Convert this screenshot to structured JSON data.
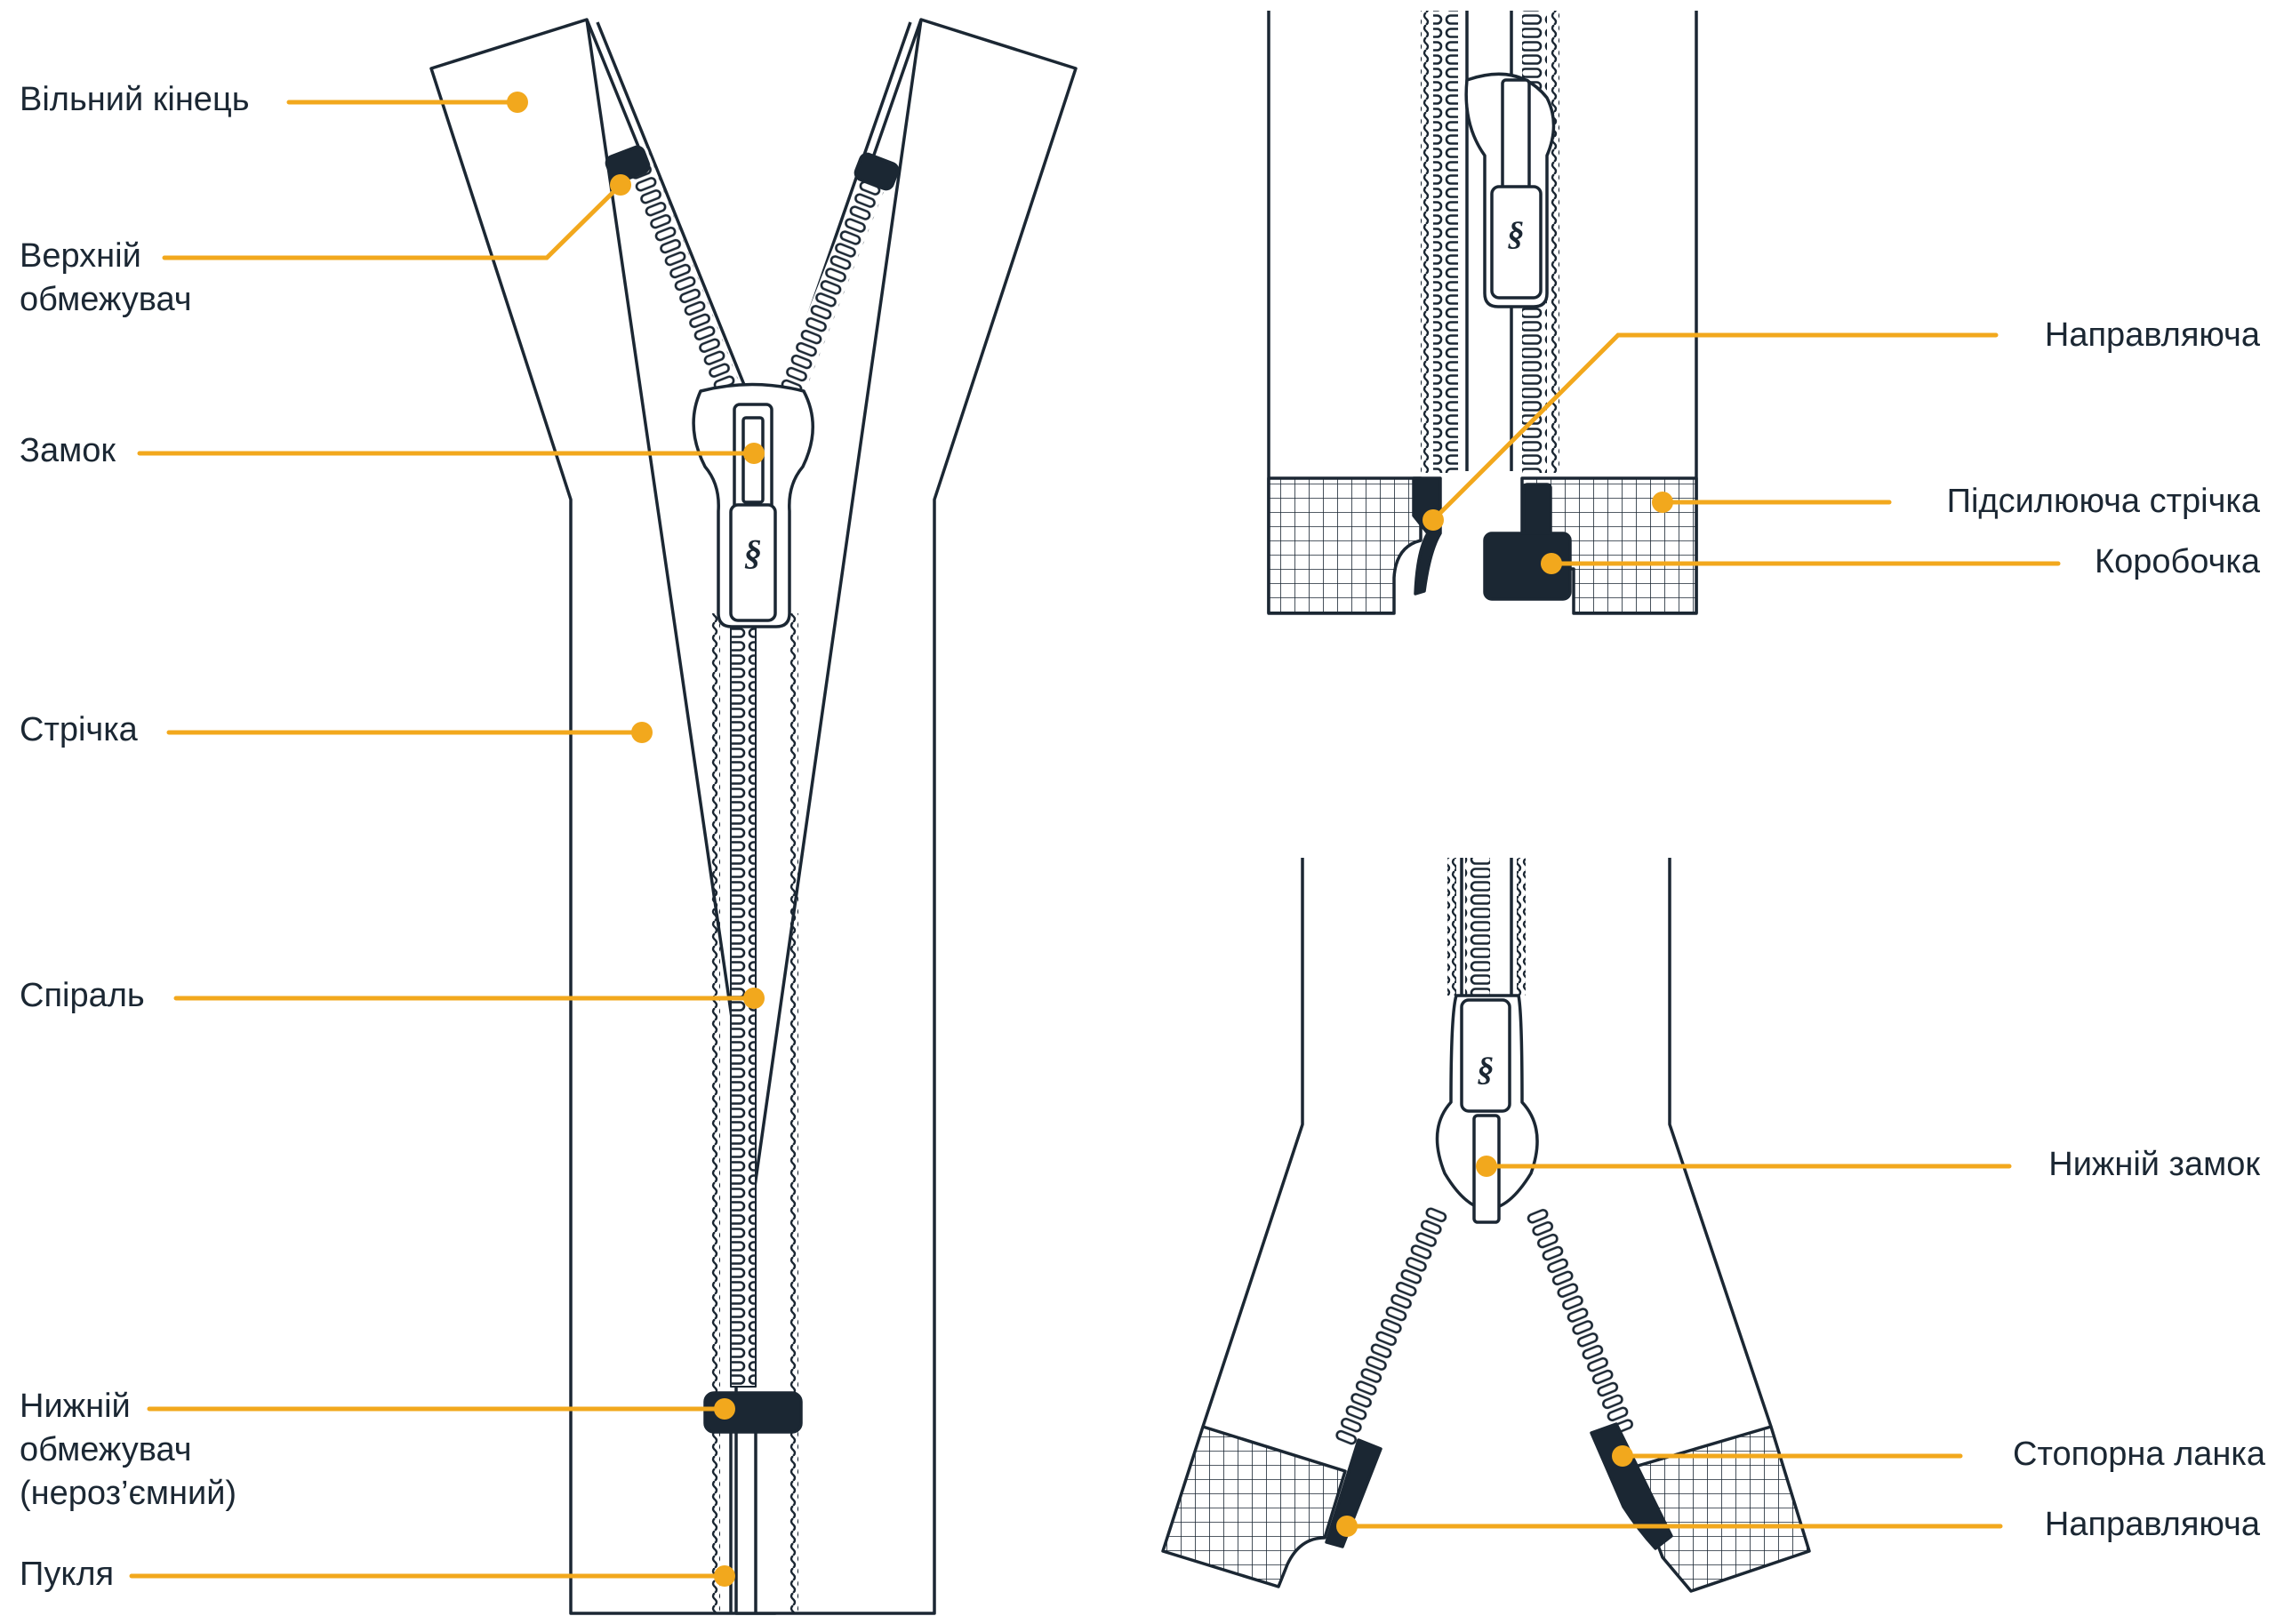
{
  "colors": {
    "ink": "#1b2733",
    "accent": "#f2a81d",
    "tape": "#ffffff",
    "dark_part": "#1b2733"
  },
  "icons": {
    "slider": "zipper-slider-icon",
    "logo": "brand-s-logo-icon"
  },
  "labels": {
    "free_end": "Вільний кінець",
    "top_stop_1": "Верхній",
    "top_stop_2": "обмежувач",
    "slider": "Замок",
    "tape": "Стрічка",
    "spiral": "Спіраль",
    "bottom_stop_1": "Нижній",
    "bottom_stop_2": "обмежувач",
    "bottom_stop_3": "(нероз’ємний)",
    "loop": "Пукля",
    "pin_top": "Направляюча",
    "reinforcement": "Підсилююча стрічка",
    "box": "Коробочка",
    "lower_slider": "Нижній замок",
    "stop_link": "Стопорна ланка",
    "pin_bottom": "Направляюча"
  }
}
